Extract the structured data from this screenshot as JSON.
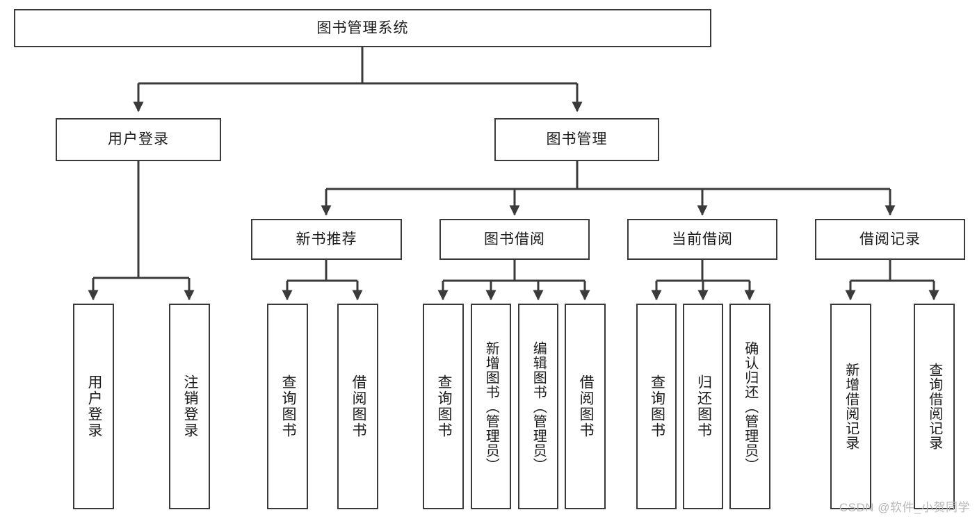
{
  "diagram": {
    "title": "图书管理系统",
    "watermark": "CSDN @软件_小贺同学",
    "colors": {
      "box_border": "#3a3a3a",
      "box_fill": "#ffffff",
      "edge": "#3a3a3a",
      "text": "#1a1a1a",
      "watermark": "#b8b8b8"
    },
    "levels": {
      "root": {
        "label": "图书管理系统"
      },
      "level2": [
        {
          "label": "用户登录"
        },
        {
          "label": "图书管理"
        }
      ],
      "level3": [
        {
          "label": "新书推荐"
        },
        {
          "label": "图书借阅"
        },
        {
          "label": "当前借阅"
        },
        {
          "label": "借阅记录"
        }
      ],
      "leaves": [
        {
          "label": "用户登录",
          "parent": "用户登录"
        },
        {
          "label": "注销登录",
          "parent": "用户登录"
        },
        {
          "label": "查询图书",
          "parent": "新书推荐"
        },
        {
          "label": "借阅图书",
          "parent": "新书推荐"
        },
        {
          "label": "查询图书",
          "parent": "图书借阅"
        },
        {
          "label": "新增图书（管理员）",
          "parent": "图书借阅"
        },
        {
          "label": "编辑图书（管理员）",
          "parent": "图书借阅"
        },
        {
          "label": "借阅图书",
          "parent": "图书借阅"
        },
        {
          "label": "查询图书",
          "parent": "当前借阅"
        },
        {
          "label": "归还图书",
          "parent": "当前借阅"
        },
        {
          "label": "确认归还（管理员）",
          "parent": "当前借阅"
        },
        {
          "label": "新增借阅记录",
          "parent": "借阅记录"
        },
        {
          "label": "查询借阅记录",
          "parent": "借阅记录"
        }
      ]
    }
  }
}
